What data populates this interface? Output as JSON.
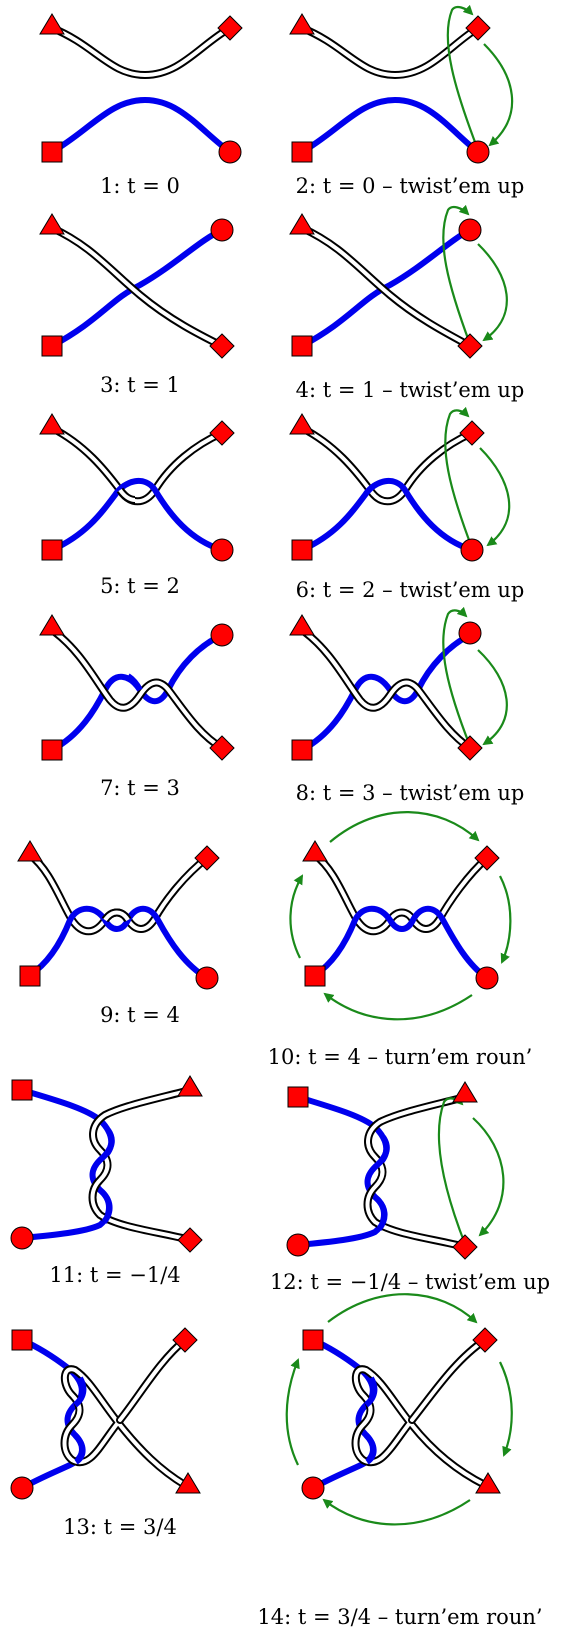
{
  "colors": {
    "red": "#ff0000",
    "blue": "#0000ee",
    "green": "#1a8a1a",
    "band": "#000000",
    "band_fill": "#ffffff"
  },
  "panels": [
    {
      "caption": "1:  t = 0",
      "endpoints": {
        "top_left": "triangle",
        "top_right": "diamond",
        "bottom_left": "square",
        "bottom_right": "circle"
      },
      "crossings": 0,
      "arrows": "none"
    },
    {
      "caption": "2:  t = 0 – twist’em up",
      "endpoints": {
        "top_left": "triangle",
        "top_right": "diamond",
        "bottom_left": "square",
        "bottom_right": "circle"
      },
      "crossings": 0,
      "arrows": "twist"
    },
    {
      "caption": "3:  t = 1",
      "endpoints": {
        "top_left": "triangle",
        "top_right": "circle",
        "bottom_left": "square",
        "bottom_right": "diamond"
      },
      "crossings": 1,
      "arrows": "none"
    },
    {
      "caption": "4:  t = 1 – twist’em up",
      "endpoints": {
        "top_left": "triangle",
        "top_right": "circle",
        "bottom_left": "square",
        "bottom_right": "diamond"
      },
      "crossings": 1,
      "arrows": "twist"
    },
    {
      "caption": "5:  t = 2",
      "endpoints": {
        "top_left": "triangle",
        "top_right": "diamond",
        "bottom_left": "square",
        "bottom_right": "circle"
      },
      "crossings": 2,
      "arrows": "none"
    },
    {
      "caption": "6:  t = 2 – twist’em up",
      "endpoints": {
        "top_left": "triangle",
        "top_right": "diamond",
        "bottom_left": "square",
        "bottom_right": "circle"
      },
      "crossings": 2,
      "arrows": "twist"
    },
    {
      "caption": "7:  t = 3",
      "endpoints": {
        "top_left": "triangle",
        "top_right": "circle",
        "bottom_left": "square",
        "bottom_right": "diamond"
      },
      "crossings": 3,
      "arrows": "none"
    },
    {
      "caption": "8:  t = 3 – twist’em up",
      "endpoints": {
        "top_left": "triangle",
        "top_right": "circle",
        "bottom_left": "square",
        "bottom_right": "diamond"
      },
      "crossings": 3,
      "arrows": "twist"
    },
    {
      "caption": "9:  t = 4",
      "endpoints": {
        "top_left": "triangle",
        "top_right": "diamond",
        "bottom_left": "square",
        "bottom_right": "circle"
      },
      "crossings": 4,
      "arrows": "none"
    },
    {
      "caption": "10:  t = 4 – turn’em roun’",
      "endpoints": {
        "top_left": "triangle",
        "top_right": "diamond",
        "bottom_left": "square",
        "bottom_right": "circle"
      },
      "crossings": 4,
      "arrows": "turn"
    },
    {
      "caption": "11:  t = −1/4",
      "endpoints": {
        "top_left": "square",
        "top_right": "triangle",
        "bottom_left": "circle",
        "bottom_right": "diamond"
      },
      "crossings": 4,
      "arrows": "none"
    },
    {
      "caption": "12:  t = −1/4 – twist’em up",
      "endpoints": {
        "top_left": "square",
        "top_right": "triangle",
        "bottom_left": "circle",
        "bottom_right": "diamond"
      },
      "crossings": 4,
      "arrows": "twist"
    },
    {
      "caption": "13:  t = 3/4",
      "endpoints": {
        "top_left": "square",
        "top_right": "diamond",
        "bottom_left": "circle",
        "bottom_right": "triangle"
      },
      "crossings": 5,
      "arrows": "none"
    },
    {
      "caption": "14:  t = 3/4 – turn’em roun’",
      "endpoints": {
        "top_left": "square",
        "top_right": "diamond",
        "bottom_left": "circle",
        "bottom_right": "triangle"
      },
      "crossings": 5,
      "arrows": "turn"
    }
  ]
}
